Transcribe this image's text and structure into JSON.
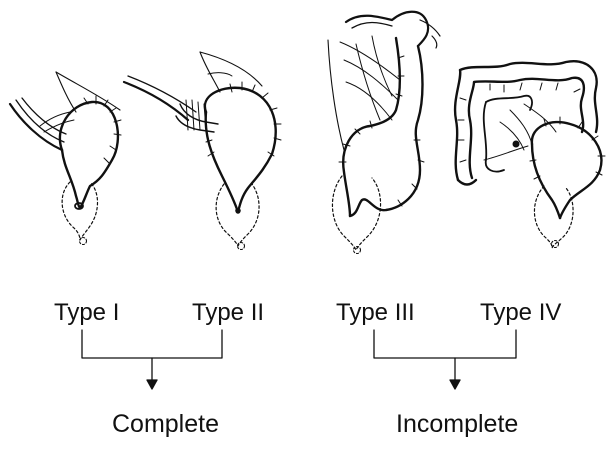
{
  "types": {
    "type_1": "Type I",
    "type_2": "Type II",
    "type_3": "Type III",
    "type_4": "Type IV"
  },
  "categories": {
    "complete": "Complete",
    "incomplete": "Incomplete"
  },
  "colors": {
    "stroke": "#111111",
    "background": "#ffffff"
  }
}
